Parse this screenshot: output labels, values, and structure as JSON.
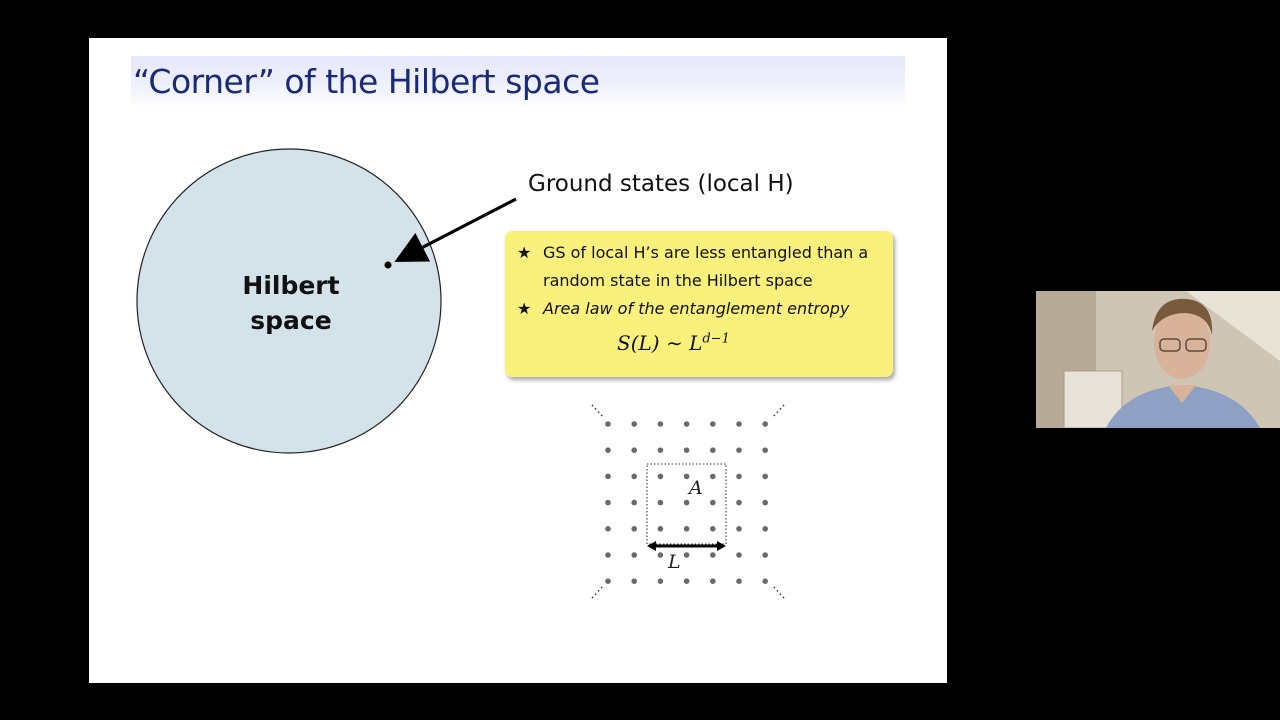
{
  "slide": {
    "title": "“Corner” of the Hilbert space",
    "circle_label_line1": "Hilbert",
    "circle_label_line2": "space",
    "ground_states_label": "Ground states (local H)",
    "bullets": [
      {
        "symbol": "★",
        "text": "GS of local H’s are less entangled than a random state in the Hilbert space"
      },
      {
        "symbol": "★",
        "text": "Area law of the entanglement entropy"
      }
    ],
    "formula": {
      "lhs": "S(L)",
      "rel": "∼",
      "base": "L",
      "exponent": "d−1"
    },
    "lattice_labels": {
      "region": "A",
      "length": "L"
    }
  },
  "colors": {
    "background": "#000000",
    "slide": "#ffffff",
    "title": "#1a2a78",
    "circle_fill": "#d3e3e9",
    "highlight_box": "#f9f17c"
  },
  "icons": {
    "bullet": "star-icon",
    "pointer": "arrow-icon"
  },
  "webcam": {
    "description_icon": "presenter-video-feed"
  }
}
